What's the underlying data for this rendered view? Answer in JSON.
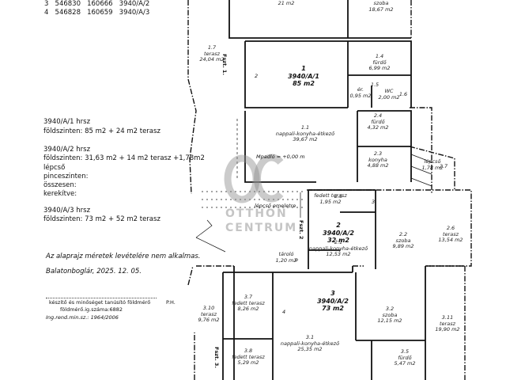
{
  "parcels": [
    {
      "num": "3",
      "x": "546830",
      "y": "160666",
      "id": "3940/A/2"
    },
    {
      "num": "4",
      "x": "546828",
      "y": "160659",
      "id": "3940/A/3"
    }
  ],
  "notes": {
    "a1": {
      "head": "3940/A/1 hrsz",
      "line": "földszinten: 85 m2 + 24 m2 terasz"
    },
    "a2": {
      "head": "3940/A/2 hrsz",
      "line": "földszinten: 31,63 m2 + 14 m2 terasz +1,78m2",
      "l3": "lépcső",
      "l4": "pinceszinten:",
      "l5": "összesen:",
      "l6": "kerekítve:"
    },
    "a3": {
      "head": "3940/A/3 hrsz",
      "line": "földszinten: 73 m2 + 52 m2 terasz"
    },
    "disclaimer": "Az alaprajz méretek levételére nem alkalmas.",
    "place_date": "Balatonboglár, 2025. 12. 05.",
    "maker": "készítő és minőséget tanúsító földmérő",
    "ph": "P.H.",
    "reg": "földmérő.ig.száma:6882",
    "licence": "Ing.rend.min.sz.: 1964/2006"
  },
  "units": {
    "u1": {
      "n": "1",
      "id": "3940/A/1",
      "area": "85 m2"
    },
    "u2": {
      "n": "2",
      "id": "3940/A/2",
      "area": "32 m2"
    },
    "u3": {
      "n": "3",
      "id": "3940/A/2",
      "area": "73 m2"
    }
  },
  "rooms": {
    "r_top1": {
      "area": "21 m2"
    },
    "r_top2": {
      "name": "szoba",
      "area": "18,67 m2"
    },
    "r17": {
      "n": "1.7",
      "name": "terasz",
      "area": "24,04 m2"
    },
    "r14": {
      "n": "1.4",
      "name": "fürdő",
      "area": "6,99 m2"
    },
    "r15": {
      "n": "1.5",
      "name": "ér.",
      "area": "0,95 m2"
    },
    "r16": {
      "n": "1.6",
      "name": "WC",
      "area": "2,00 m2"
    },
    "r11": {
      "n": "1.1",
      "name": "nappali-konyha-étkező",
      "area": "39,67 m2"
    },
    "r24": {
      "n": "2.4",
      "name": "fürdő",
      "area": "4,32 m2"
    },
    "r23": {
      "n": "2.3",
      "name": "konyha",
      "area": "4,88 m2"
    },
    "r27": {
      "n": "2.7",
      "name": "lépcső",
      "area": "1,78 m2"
    },
    "r25": {
      "n": "2.5",
      "name": "fedett terasz",
      "area": "1,95 m2"
    },
    "r21": {
      "n": "2.1",
      "name": "nappali-konyha-étkező",
      "area": "12,53 m2"
    },
    "r22": {
      "n": "2.2",
      "name": "szoba",
      "area": "9,89 m2"
    },
    "r26": {
      "n": "2.6",
      "name": "terasz",
      "area": "13,54 m2"
    },
    "r28": {
      "name": "tároló",
      "area": "1,20 m2"
    },
    "r310": {
      "n": "3.10",
      "name": "terasz",
      "area": "9,76 m2"
    },
    "r37": {
      "n": "3.7",
      "name": "fedett terasz",
      "area": "8,26 m2"
    },
    "r32": {
      "n": "3.2",
      "name": "szoba",
      "area": "12,15 m2"
    },
    "r311": {
      "n": "3.11",
      "name": "terasz",
      "area": "19,90 m2"
    },
    "r31": {
      "n": "3.1",
      "name": "nappali-konyha-étkező",
      "area": "25,35 m2"
    },
    "r38": {
      "n": "3.8",
      "name": "fedett terasz",
      "area": "5,29 m2"
    },
    "r35": {
      "n": "3.5",
      "name": "fürdő",
      "area": "5,47 m2"
    }
  },
  "labels": {
    "fszt1": "Fszt. 1.",
    "fszt2": "Fszt. 2",
    "fszt3": "Fszt. 3.",
    "mpadlo": "Mpadló = +0,00 m",
    "lepcso_emelet": "lépcső emeletre",
    "n_2": "2",
    "n_3": "3",
    "n_4": "4",
    "n_o": "o"
  },
  "watermark": {
    "mark": "OC",
    "line1": "OTTHON",
    "line2": "CENTRUM"
  }
}
